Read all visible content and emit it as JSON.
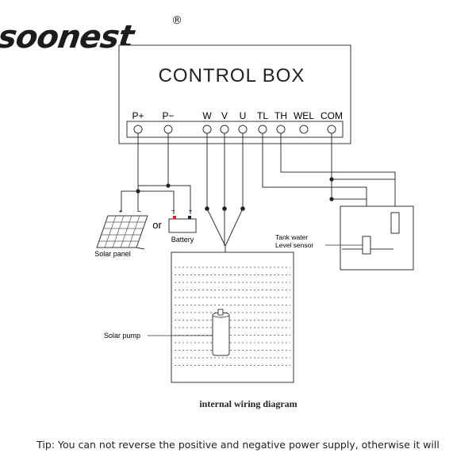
{
  "logo": {
    "brand": "soonest",
    "registered_mark": "®"
  },
  "control_box": {
    "title": "CONTROL BOX",
    "terminals": [
      "P+",
      "P−",
      "W",
      "V",
      "U",
      "TL",
      "TH",
      "WEL",
      "COM"
    ]
  },
  "power": {
    "solar_panel_label": "Solar panel",
    "or_label": "or",
    "battery_label": "Battery",
    "panel_polarity_plus": "+",
    "panel_polarity_minus": "−",
    "battery_polarity_minus": "−",
    "battery_polarity_plus": "+"
  },
  "tank": {
    "sensor_label_line1": "Tank water",
    "sensor_label_line2": "Level sensor"
  },
  "well": {
    "pump_label": "Solar pump"
  },
  "caption": "internal wiring diagram",
  "tip": "Tip: You can not reverse the positive and negative power supply, otherwise it will"
}
